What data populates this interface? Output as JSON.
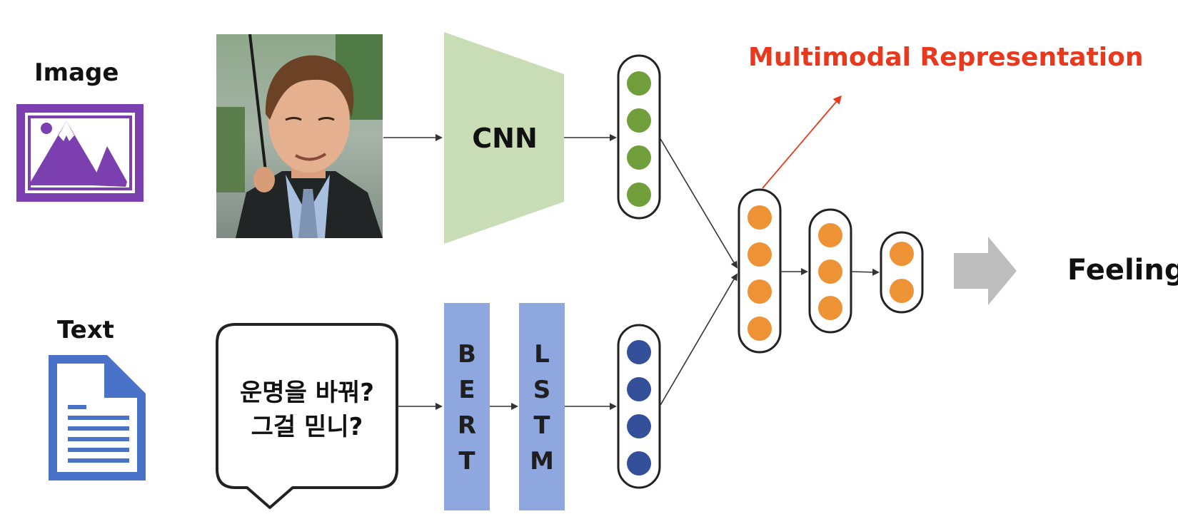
{
  "labels": {
    "image": "Image",
    "text": "Text",
    "cnn": "CNN",
    "bert": [
      "B",
      "E",
      "R",
      "T"
    ],
    "lstm": [
      "L",
      "S",
      "T",
      "M"
    ],
    "multimodal": "Multimodal Representation",
    "feeling": "Feeling"
  },
  "speech_bubble": {
    "line1": "운명을 바꿔?",
    "line2": "그걸 믿니?"
  },
  "colors": {
    "image_icon": "#7b3fb0",
    "document_icon": "#4a72c8",
    "cnn_block": "#c8ddb6",
    "bert_lstm_block": "#8ea7de",
    "green_node": "#6f9e3a",
    "blue_node": "#35509b",
    "orange_node": "#ee9236",
    "highlight_text": "#e8391f",
    "big_arrow": "#bdbdbd"
  },
  "icons": {
    "image": "picture-icon",
    "text": "document-icon",
    "photo": "person-photo"
  }
}
